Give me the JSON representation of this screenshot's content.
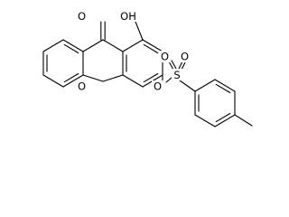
{
  "molecule": {
    "atom_labels": {
      "carbonyl_oxygen": "O",
      "hydroxyl": "OH",
      "ring_oxygen": "O",
      "ester_oxygen": "O",
      "sulfur": "S",
      "sulfonyl_oxygen_1": "O",
      "sulfonyl_oxygen_2": "O"
    }
  }
}
